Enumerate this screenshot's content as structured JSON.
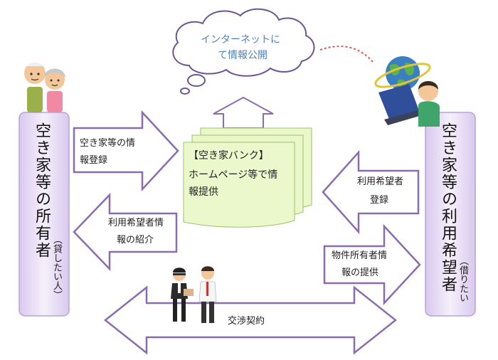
{
  "cloud": {
    "line1": "インターネットに",
    "line2": "て情報公開"
  },
  "owner": {
    "title": "空き家等の所有者",
    "sub": "（貸したい人）"
  },
  "user": {
    "title": "空き家等の利用希望者",
    "sub": "（借りたい"
  },
  "bank": {
    "line1": "【空き家バンク】",
    "line2": "ホームページ等で情",
    "line3": "報提供"
  },
  "arrows": {
    "register_left": {
      "line1": "空き家等の情",
      "line2": "報登録"
    },
    "introduce_left": {
      "line1": "利用希望者情",
      "line2": "報の紹介"
    },
    "register_right": {
      "line1": "利用希望者",
      "line2": "登録"
    },
    "provide_right": {
      "line1": "物件所有者情",
      "line2": "報の提供"
    },
    "negotiate": "交渉契約"
  },
  "colors": {
    "purple": "#8a6db0",
    "lavender": "#e6dcf3",
    "green": "#e9f7c9",
    "cloud_text": "#4f81bd"
  }
}
